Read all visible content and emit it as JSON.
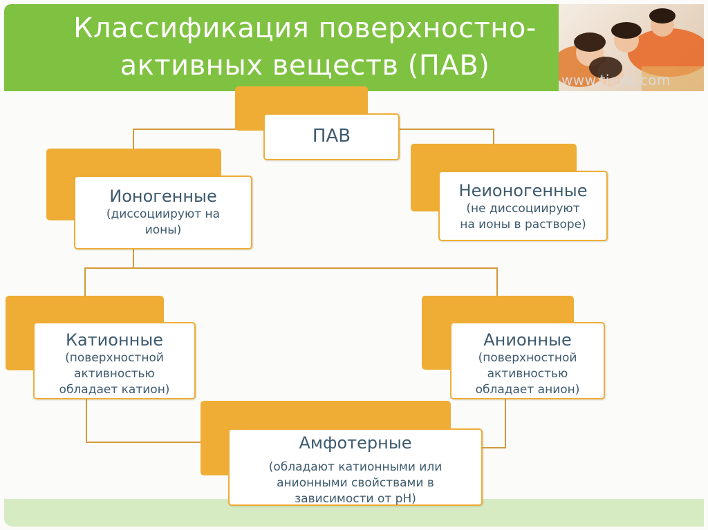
{
  "slide": {
    "title_line1": "Классификация поверхностно-",
    "title_line2": "активных веществ (ПАВ)",
    "watermark": "www.tiens.com"
  },
  "nodes": {
    "root": {
      "label": "ПАВ"
    },
    "ionogenic": {
      "label": "Ионогенные",
      "desc_line1": "(диссоциируют на",
      "desc_line2": "ионы)"
    },
    "nonionogenic": {
      "label": "Неионогенные",
      "desc_line1": "(не диссоциируют",
      "desc_line2": "на ионы в растворе)"
    },
    "cationic": {
      "label": "Катионные",
      "desc_line1": "(поверхностной",
      "desc_line2": "активностью",
      "desc_line3": "обладает катион)"
    },
    "anionic": {
      "label": "Анионные",
      "desc_line1": "(поверхностной",
      "desc_line2": "активностью",
      "desc_line3": "обладает анион)"
    },
    "amphoteric": {
      "label": "Амфотерные",
      "desc_line1": "(обладают катионными или",
      "desc_line2": "анионными свойствами в",
      "desc_line3": "зависимости от pH)"
    }
  },
  "colors": {
    "accent_green": "#7fc241",
    "light_green": "#d6ebc2",
    "accent_orange": "#efad36",
    "text_blue": "#3d5a6e",
    "connector": "#d29a3a"
  }
}
